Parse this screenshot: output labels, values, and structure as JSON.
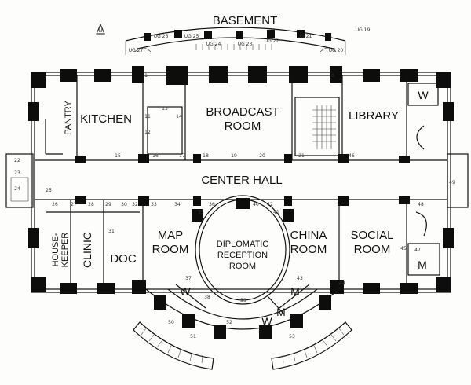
{
  "title": "BASEMENT",
  "compass": "N",
  "rooms": {
    "pantry": "PANTRY",
    "kitchen": "KITCHEN",
    "broadcast_1": "BROADCAST",
    "broadcast_2": "ROOM",
    "library": "LIBRARY",
    "center_hall": "CENTER HALL",
    "housekeeper_1": "HOUSE-",
    "housekeeper_2": "KEEPER",
    "clinic": "CLINIC",
    "doc": "DOC",
    "map_1": "MAP",
    "map_2": "ROOM",
    "diplomatic_1": "DIPLOMATIC",
    "diplomatic_2": "RECEPTION",
    "diplomatic_3": "ROOM",
    "china_1": "CHINA",
    "china_2": "ROOM",
    "social_1": "SOCIAL",
    "social_2": "ROOM",
    "w_library": "W",
    "w_south": "W",
    "w_center": "W",
    "m_social": "M",
    "m_south_1": "M",
    "m_south_2": "M"
  },
  "door_numbers": [
    "UG 27",
    "UG 26",
    "UG 25",
    "UG 24",
    "UG 23",
    "UG 22",
    "UG 21",
    "UG 20",
    "UG 19",
    "1",
    "6",
    "11",
    "12",
    "13",
    "14",
    "15",
    "16",
    "17",
    "18",
    "19",
    "20",
    "21",
    "22",
    "23",
    "24",
    "25",
    "26",
    "27",
    "28",
    "29",
    "30",
    "31",
    "32",
    "33",
    "34",
    "35",
    "36",
    "37",
    "38",
    "39",
    "40",
    "41",
    "42",
    "43",
    "44",
    "45",
    "46",
    "47",
    "48",
    "49",
    "50",
    "51",
    "52",
    "53"
  ]
}
